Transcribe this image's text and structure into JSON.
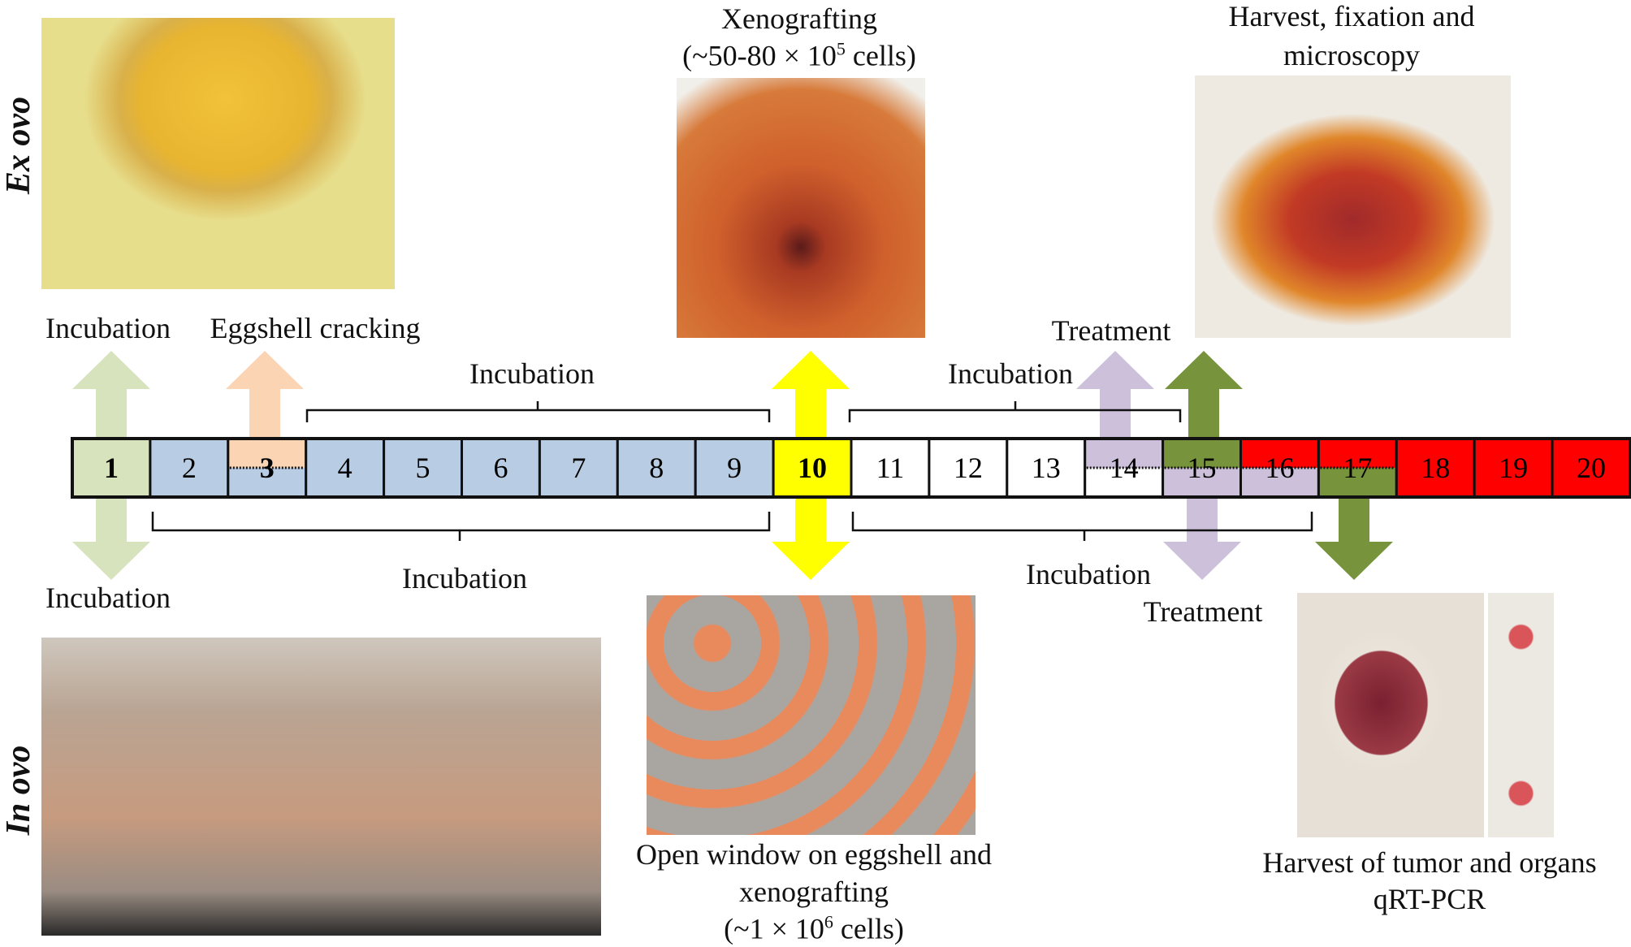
{
  "side_labels": {
    "top": "Ex ovo",
    "bottom": "In ovo"
  },
  "labels": {
    "incubation_top_left": "Incubation",
    "eggshell_cracking": "Eggshell cracking",
    "incubation_top_mid": "Incubation",
    "xenografting_title": "Xenografting",
    "xenografting_cells_pre": "(~50-80 × 10",
    "xenografting_cells_sup": "5",
    "xenografting_cells_post": " cells)",
    "harvest_line1": "Harvest, fixation and",
    "harvest_line2": "microscopy",
    "treatment_top": "Treatment",
    "incubation_top_right": "Incubation",
    "incubation_bottom_left": "Incubation",
    "incubation_bottom_mid": "Incubation",
    "incubation_bottom_right": "Incubation",
    "treatment_bottom": "Treatment",
    "open_window_line1": "Open window on eggshell and",
    "open_window_line2": "xenografting",
    "open_window_cells_pre": "(~1 × 10",
    "open_window_cells_sup": "6",
    "open_window_cells_post": " cells)",
    "harvest_tumor_line1": "Harvest of tumor and organs",
    "harvest_tumor_line2": "qRT-PCR"
  },
  "timeline": {
    "days": [
      {
        "day": "1",
        "bold": true,
        "top": "#d6e3bc",
        "bottom": "#d6e3bc"
      },
      {
        "day": "2",
        "top": "#b8cce4",
        "bottom": "#b8cce4"
      },
      {
        "day": "3",
        "bold": true,
        "top": "#fbd4b4",
        "bottom": "#b8cce4",
        "split": true
      },
      {
        "day": "4",
        "top": "#b8cce4",
        "bottom": "#b8cce4"
      },
      {
        "day": "5",
        "top": "#b8cce4",
        "bottom": "#b8cce4"
      },
      {
        "day": "6",
        "top": "#b8cce4",
        "bottom": "#b8cce4"
      },
      {
        "day": "7",
        "top": "#b8cce4",
        "bottom": "#b8cce4"
      },
      {
        "day": "8",
        "top": "#b8cce4",
        "bottom": "#b8cce4"
      },
      {
        "day": "9",
        "top": "#b8cce4",
        "bottom": "#b8cce4"
      },
      {
        "day": "10",
        "bold": true,
        "top": "#ffff00",
        "bottom": "#ffff00"
      },
      {
        "day": "11",
        "top": "#ffffff",
        "bottom": "#ffffff"
      },
      {
        "day": "12",
        "top": "#ffffff",
        "bottom": "#ffffff"
      },
      {
        "day": "13",
        "top": "#ffffff",
        "bottom": "#ffffff"
      },
      {
        "day": "14",
        "top": "#ccc0da",
        "bottom": "#ffffff",
        "split": true
      },
      {
        "day": "15",
        "top": "#77933c",
        "bottom": "#ccc0da",
        "split": true
      },
      {
        "day": "16",
        "top": "#ff0000",
        "bottom": "#ccc0da",
        "split": true
      },
      {
        "day": "17",
        "top": "#ff0000",
        "bottom": "#77933c",
        "split": true
      },
      {
        "day": "18",
        "top": "#ff0000",
        "bottom": "#ff0000"
      },
      {
        "day": "19",
        "top": "#ff0000",
        "bottom": "#ff0000"
      },
      {
        "day": "20",
        "top": "#ff0000",
        "bottom": "#ff0000"
      }
    ]
  },
  "colors": {
    "incubation_green": "#d6e3bc",
    "cracking_peach": "#fbd4b4",
    "xenograft_yellow": "#ffff00",
    "treatment_lavender": "#ccc0da",
    "harvest_olive": "#77933c"
  }
}
